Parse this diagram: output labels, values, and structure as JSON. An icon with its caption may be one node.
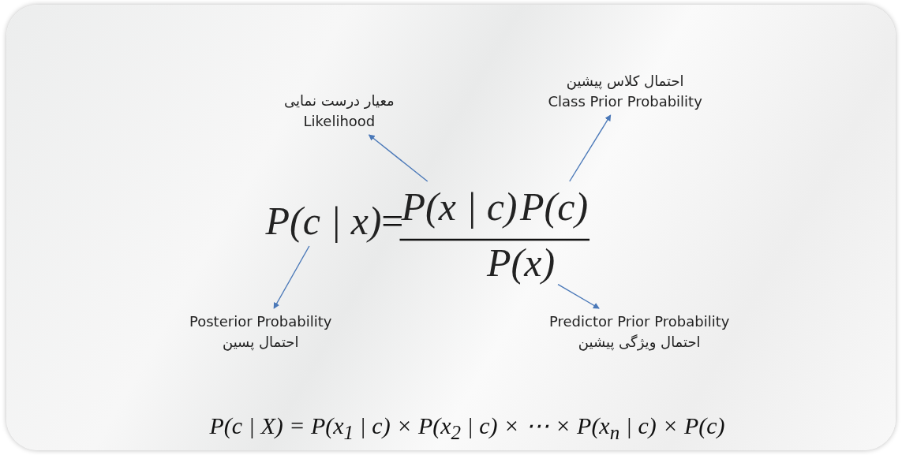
{
  "diagram": {
    "nodes": [
      {
        "text": [
          "معیار درست نمایی",
          "Likelihood"
        ]
      },
      {
        "text": [
          "احتمال کلاس پیشین",
          "Class Prior Probability"
        ]
      },
      {
        "text": [
          "Posterior Probability",
          "احتمال پسین"
        ]
      },
      {
        "text": [
          "Predictor Prior Probability",
          "احتمال ویژگی پیشین"
        ]
      },
      {
        "text": [
          "P(c | x)"
        ]
      },
      {
        "text": [
          "P(x | c)"
        ]
      },
      {
        "text": [
          "P(c)"
        ]
      },
      {
        "text": [
          "P(x)"
        ]
      }
    ],
    "edges": [
      {
        "from": 5,
        "to": 0,
        "arrow": "to"
      },
      {
        "from": 6,
        "to": 1,
        "arrow": "to"
      },
      {
        "from": 4,
        "to": 2,
        "arrow": "to"
      },
      {
        "from": 7,
        "to": 3,
        "arrow": "to"
      }
    ],
    "labels": [
      "=",
      "P(c | X) = P(x$_{1}$ | c) × P(x$_{2}$ | c) × ⋯ × P(x$_{n}$ | c) × P(c)"
    ]
  }
}
